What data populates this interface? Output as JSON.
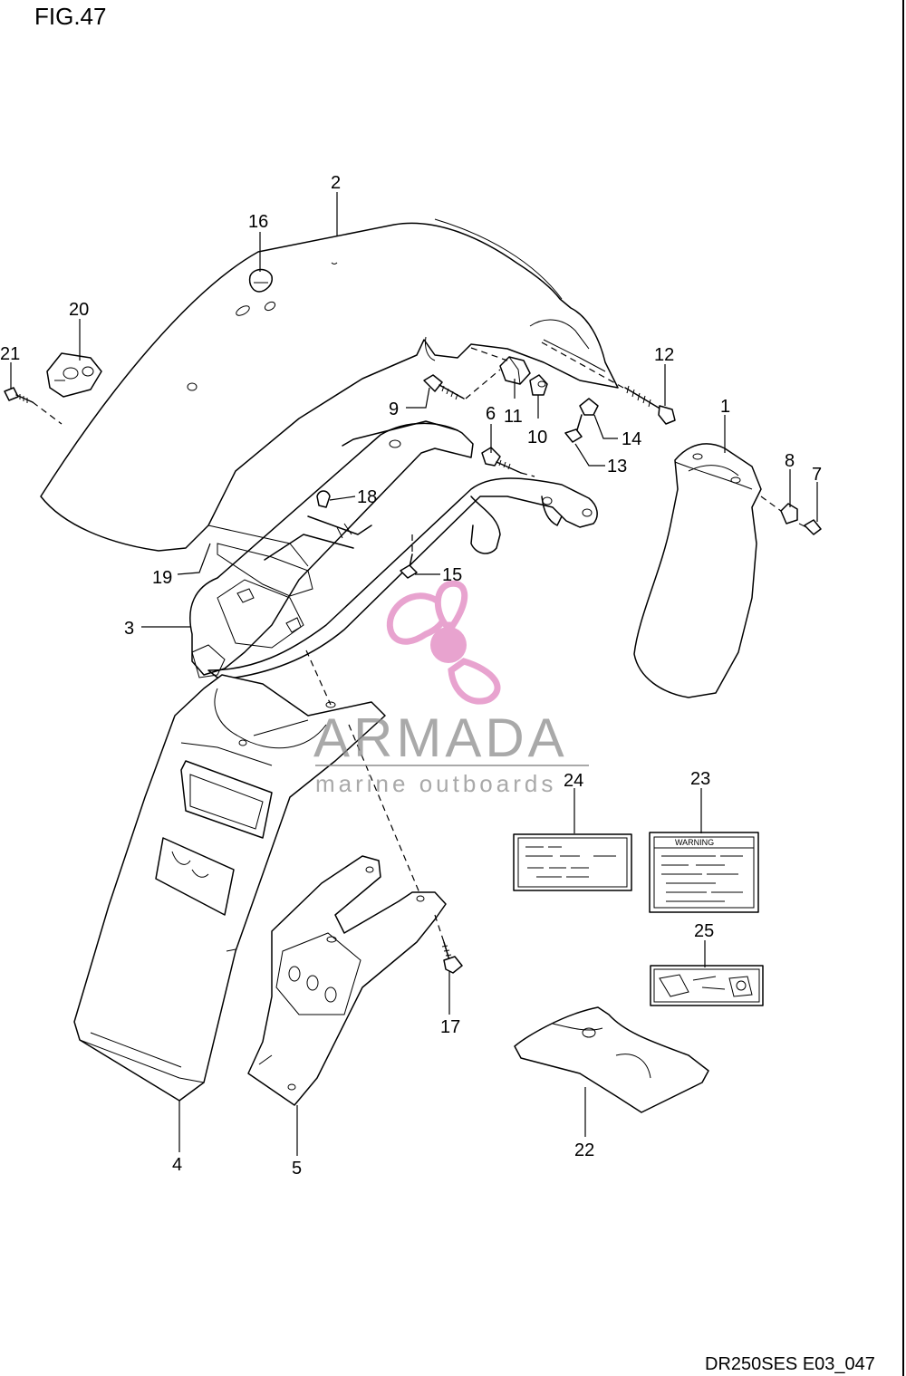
{
  "figure": {
    "title": "FIG.47",
    "code": "DR250SES E03_047"
  },
  "watermark": {
    "brand": "ARMADA",
    "tagline": "marine outboards",
    "accent_color": "#e8a3cf",
    "line_color": "#8c8c8c"
  },
  "callouts": {
    "c1": "1",
    "c2": "2",
    "c3": "3",
    "c4": "4",
    "c5": "5",
    "c6": "6",
    "c7": "7",
    "c8": "8",
    "c9": "9",
    "c10": "10",
    "c11": "11",
    "c12": "12",
    "c13": "13",
    "c14": "14",
    "c15": "15",
    "c16": "16",
    "c17": "17",
    "c18": "18",
    "c19": "19",
    "c20": "20",
    "c21": "21",
    "c22": "22",
    "c23": "23",
    "c24": "24",
    "c25": "25"
  },
  "warning_label": {
    "heading": "WARNING"
  }
}
